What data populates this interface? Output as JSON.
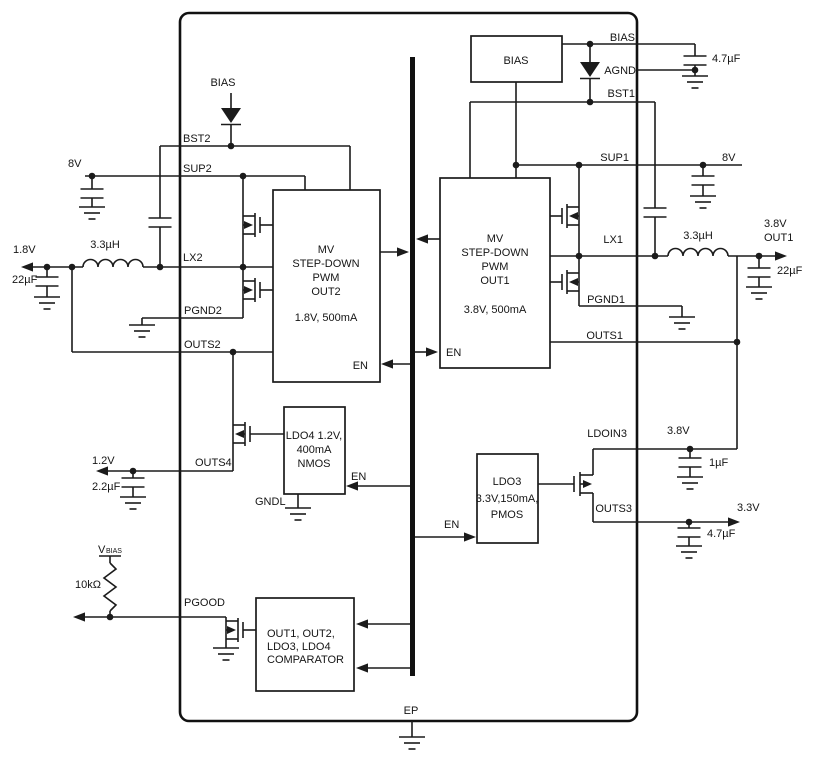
{
  "colors": {
    "ink": "#1b1b1b",
    "background": "#ffffff"
  },
  "ic": {
    "pins": {
      "bst2": "BST2",
      "sup2": "SUP2",
      "lx2": "LX2",
      "pgnd2": "PGND2",
      "outs2": "OUTS2",
      "outs4": "OUTS4",
      "pgood": "PGOOD",
      "bias": "BIAS",
      "agnd": "AGND",
      "bst1": "BST1",
      "sup1": "SUP1",
      "lx1": "LX1",
      "pgnd1": "PGND1",
      "outs1": "OUTS1",
      "ldoin3": "LDOIN3",
      "outs3": "OUTS3",
      "ep": "EP"
    },
    "blocks": {
      "bias": {
        "title": "BIAS"
      },
      "out2": {
        "lines": [
          "MV",
          "STEP-DOWN",
          "PWM",
          "OUT2"
        ],
        "rating": "1.8V, 500mA",
        "en": "EN"
      },
      "out1": {
        "lines": [
          "MV",
          "STEP-DOWN",
          "PWM",
          "OUT1"
        ],
        "rating": "3.8V, 500mA",
        "en": "EN"
      },
      "ldo4": {
        "lines": [
          "LDO4 1.2V,",
          "400mA",
          "NMOS"
        ],
        "en": "EN",
        "gnd": "GNDL"
      },
      "ldo3": {
        "lines": [
          "LDO3",
          "3.3V,150mA,",
          "PMOS"
        ],
        "en": "EN"
      },
      "comparator": {
        "lines": [
          "OUT1, OUT2,",
          "LDO3, LDO4",
          "COMPARATOR"
        ]
      }
    }
  },
  "external": {
    "bias_net_label": "BIAS",
    "bias_cap": "4.7µF",
    "sup2_rail": "8V",
    "sup1_rail": "8V",
    "buck2": {
      "inductor": "3.3µH",
      "out_voltage": "1.8V",
      "out_cap": "22µF"
    },
    "buck1": {
      "inductor": "3.3µH",
      "out_voltage": "3.8V",
      "out_name": "OUT1",
      "out_cap": "22µF"
    },
    "ldo3_in": {
      "rail": "3.8V",
      "cap": "1µF"
    },
    "ldo3_out": {
      "voltage": "3.3V",
      "cap": "4.7µF"
    },
    "ldo4_out": {
      "voltage": "1.2V",
      "cap": "2.2µF"
    },
    "pgood": {
      "resistor": "10kΩ",
      "supply": "V",
      "supply_sub": "BIAS"
    }
  }
}
